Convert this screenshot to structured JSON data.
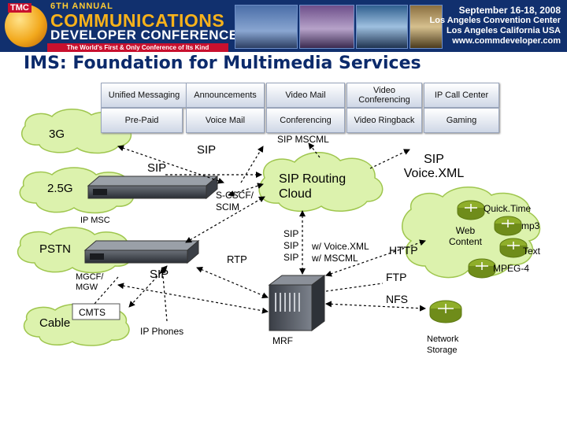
{
  "banner": {
    "tmc": "TMC",
    "annual": "6TH ANNUAL",
    "line1": "COMMUNICATIONS",
    "line2": "DEVELOPER CONFERENCE",
    "tagline": "The World's First & Only Conference of Its Kind",
    "dates": "September 16-18, 2008",
    "venue": "Los Angeles Convention Center",
    "city": "Los Angeles California USA",
    "url": "www.commdeveloper.com"
  },
  "title": "IMS: Foundation for Multimedia Services",
  "services": {
    "row1": [
      "Unified Messaging",
      "Announcements",
      "Video Mail",
      "Video Conferencing",
      "IP Call Center"
    ],
    "row2": [
      "Pre-Paid",
      "Voice Mail",
      "Conferencing",
      "Video Ringback",
      "Gaming"
    ]
  },
  "clouds": {
    "c3g": "3G",
    "c25g": "2.5G",
    "pstn": "PSTN",
    "cable": "Cable",
    "sip_routing": "SIP Routing Cloud"
  },
  "labels": {
    "sip_mscml": "SIP MSCML",
    "sip_top": "SIP",
    "sip_left": "SIP",
    "sip_voicexml": "SIP Voice.XML",
    "s_cscf": "S-CSCF/ SCIM",
    "ip_msc": "IP MSC",
    "rtp": "RTP",
    "mgcf": "MGCF/ MGW",
    "sip_bottom": "SIP",
    "cmts": "CMTS",
    "ip_phones": "IP Phones",
    "sip_stack": "SIP SIP SIP",
    "w_voicexml": "w/ Voice.XML w/ MSCML",
    "http": "HTTP",
    "ftp": "FTP",
    "nfs": "NFS",
    "mrf": "MRF",
    "web_content": "Web Content",
    "network_storage": "Network Storage",
    "quicktime": "Quick.Time",
    "mp3": "mp3",
    "text": "Text",
    "mpeg4": "MPEG-4"
  },
  "colors": {
    "banner_bg": "#11306e",
    "title": "#0b2a6b",
    "cloud_fill": "#dcf2ad",
    "cloud_stroke": "#9fc64e",
    "router": "#8fae2a",
    "arrow": "#000000"
  }
}
